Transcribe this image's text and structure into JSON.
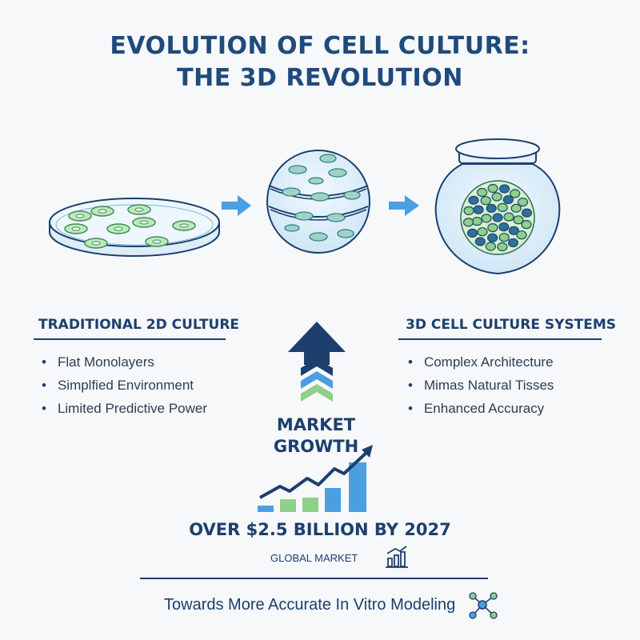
{
  "title": {
    "line1": "EVOLUTION OF CELL CULTURE:",
    "line2": "THE 3D REVOLUTION"
  },
  "left_column": {
    "heading": "TRADITIONAL 2D CULTURE",
    "items": [
      "Flat Monolayers",
      "Simplfied Environment",
      "Limited Predictive Power"
    ]
  },
  "right_column": {
    "heading": "3D CELL CULTURE SYSTEMS",
    "items": [
      "Complex Architecture",
      "Mimas Natural Tisses",
      "Enhanced Accuracy"
    ]
  },
  "market": {
    "label_line1": "MARKET",
    "label_line2": "GROWTH",
    "stat": "OVER $2.5 BILLION BY 2027",
    "sublabel": "GLOBAL MARKET"
  },
  "tagline": "Towards More Accurate In Vitro Modeling",
  "icons": [
    "petri-dish-icon",
    "arrow-right-icon",
    "layered-sphere-icon",
    "spheroid-jar-icon",
    "up-arrow-icon",
    "growth-chart-icon",
    "mini-bar-chart-icon",
    "molecule-icon"
  ],
  "colors": {
    "navy": "#1d3f6e",
    "light_blue": "#4a9fe0",
    "light_green": "#8fd08a",
    "cell_fill": "#c8ecc4",
    "glass": "#d9ecf8"
  }
}
